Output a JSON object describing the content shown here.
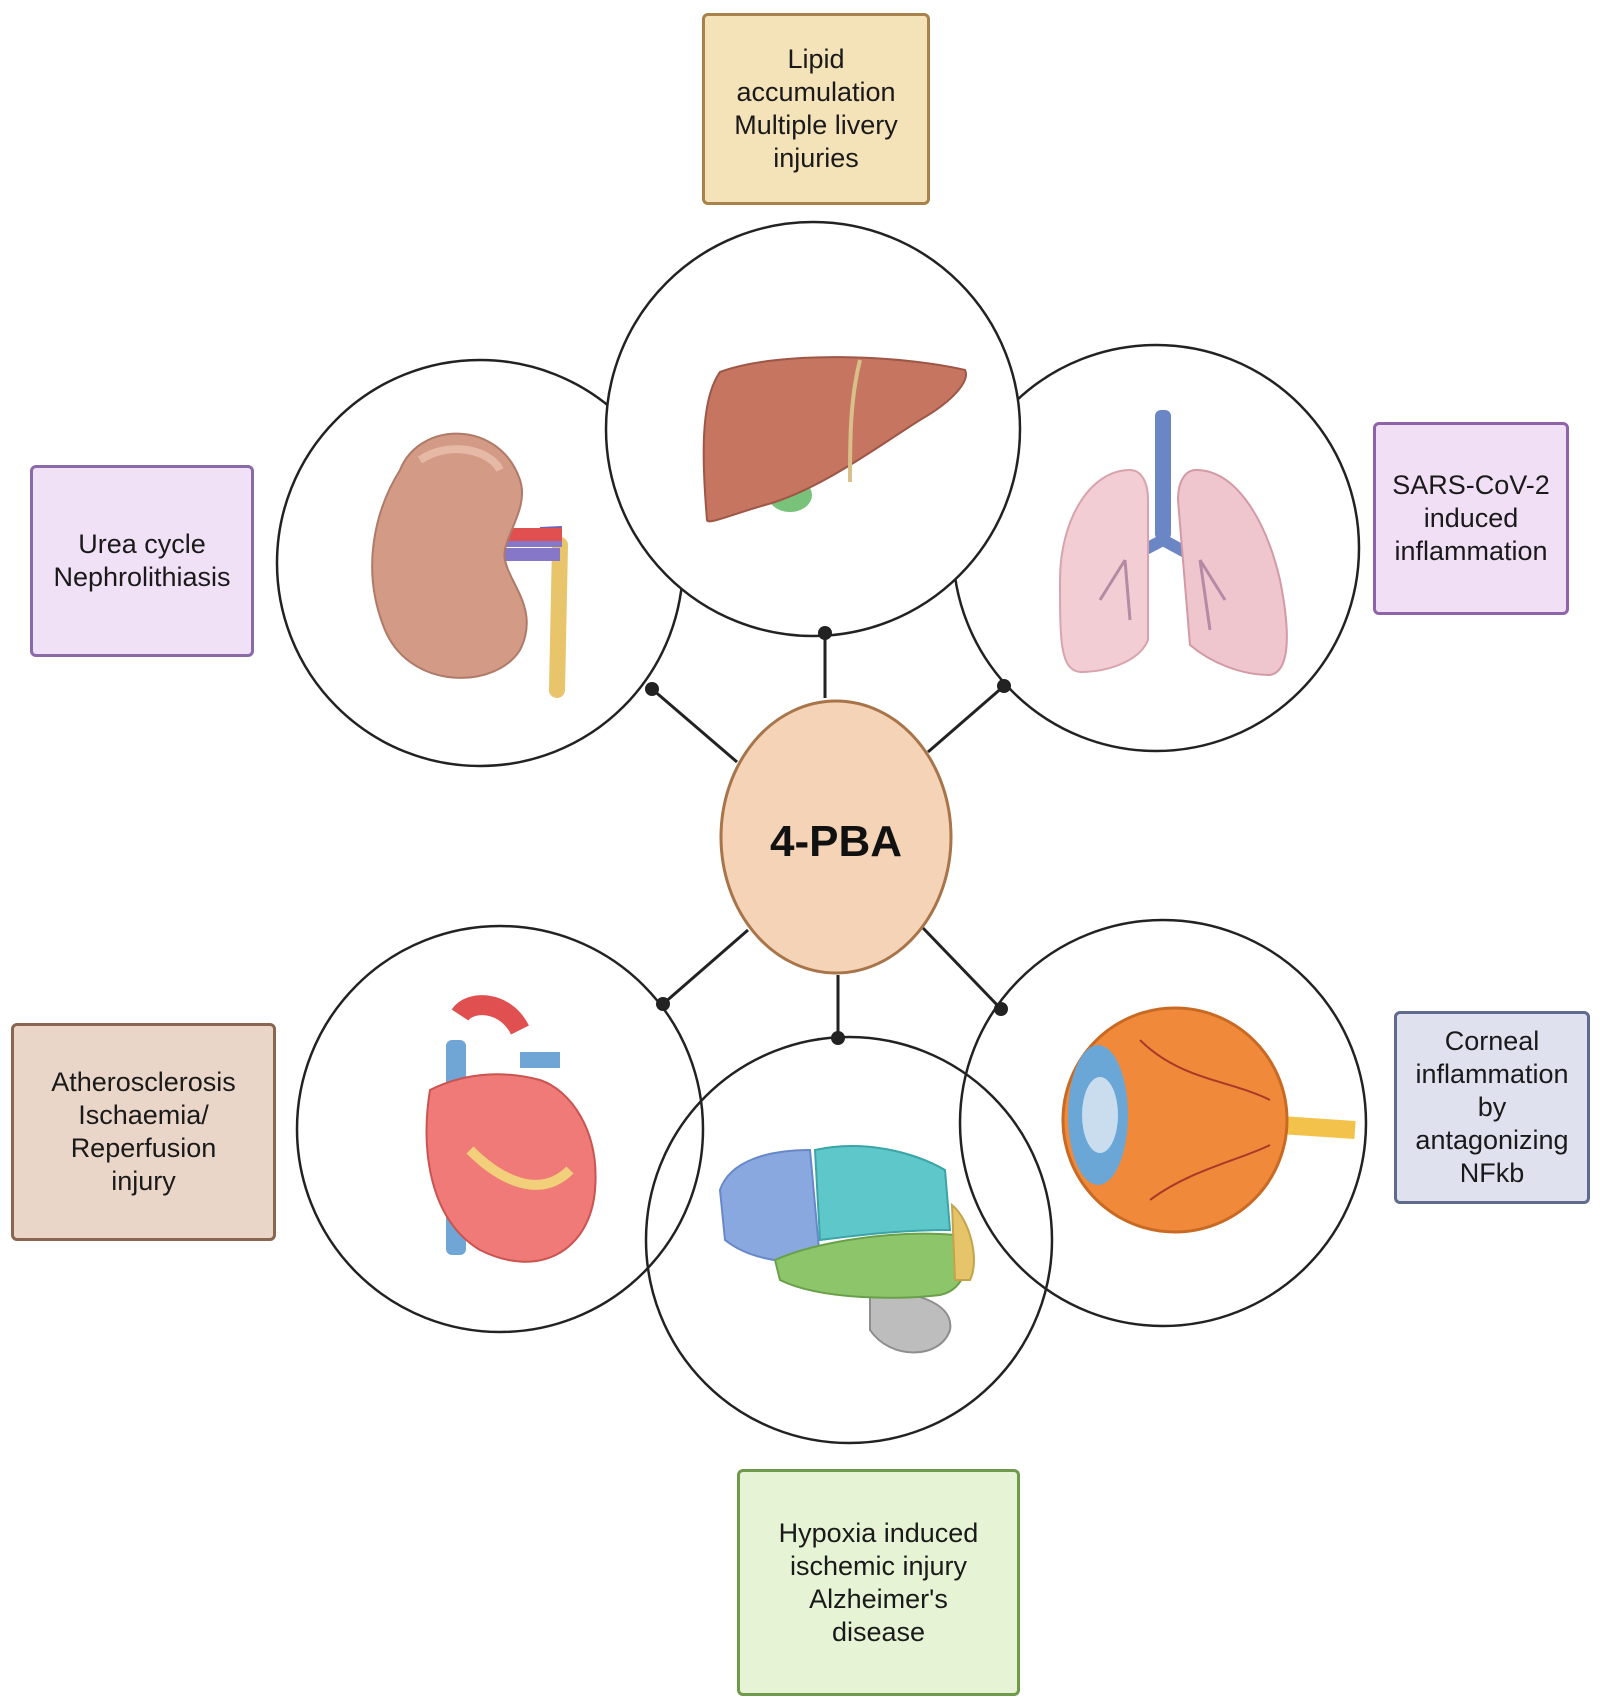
{
  "center": {
    "label": "4-PBA"
  },
  "organs": [
    {
      "id": "liver",
      "text": "Lipid\naccumulation\nMultiple livery\ninjuries",
      "icon": "liver-icon"
    },
    {
      "id": "kidney",
      "text": "Urea cycle\nNephrolithiasis",
      "icon": "kidney-icon"
    },
    {
      "id": "lung",
      "text": "SARS-CoV-2\ninduced\ninflammation",
      "icon": "lungs-icon"
    },
    {
      "id": "heart",
      "text": "Atherosclerosis\nIschaemia/\nReperfusion\ninjury",
      "icon": "heart-icon"
    },
    {
      "id": "eye",
      "text": "Corneal\ninflammation\nby\nantagonizing\nNFkb",
      "icon": "eye-icon"
    },
    {
      "id": "brain",
      "text": "Hypoxia induced\nischemic injury\nAlzheimer's\ndisease",
      "icon": "brain-icon"
    }
  ]
}
